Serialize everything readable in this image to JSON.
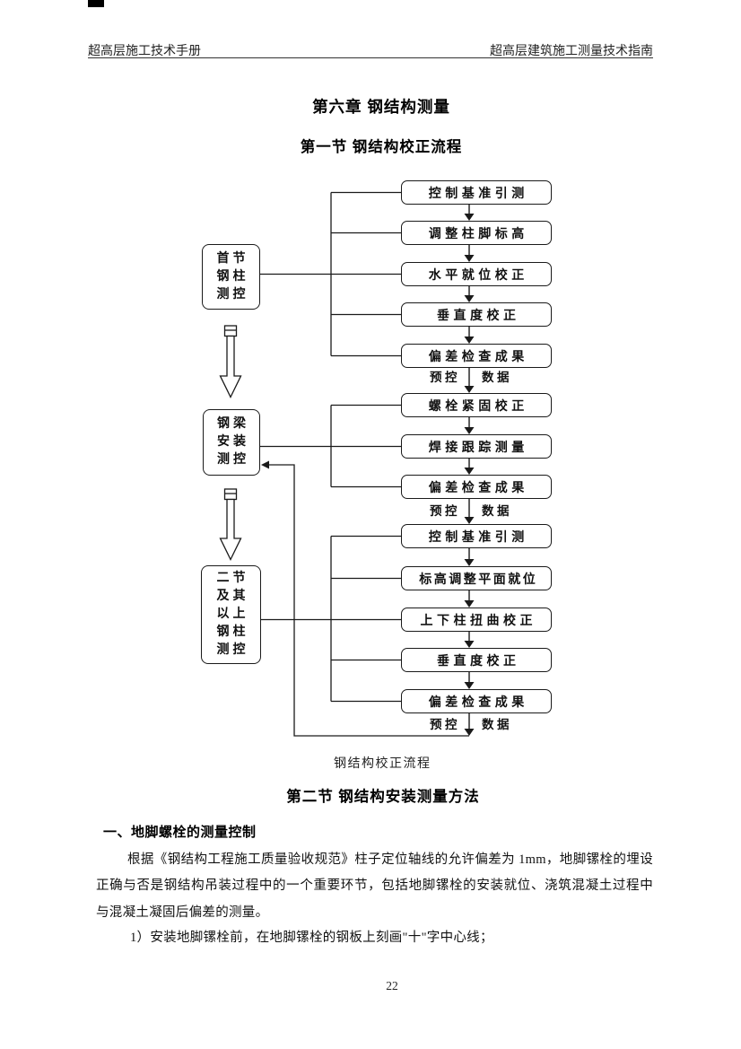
{
  "header": {
    "left": "超高层施工技术手册",
    "right": "超高层建筑施工测量技术指南"
  },
  "titles": {
    "chapter": "第六章 钢结构测量",
    "section1": "第一节 钢结构校正流程",
    "section2": "第二节 钢结构安装测量方法"
  },
  "flowchart": {
    "groups": [
      {
        "label": "首节\n钢柱\n测控",
        "steps": [
          "控制基准引测",
          "调整柱脚标高",
          "水平就位校正",
          "垂直度校正",
          "偏差检查成果"
        ]
      },
      {
        "label": "钢梁\n安装\n测控",
        "steps": [
          "螺栓紧固校正",
          "焊接跟踪测量",
          "偏差检查成果"
        ]
      },
      {
        "label": "二节\n及其\n以上\n钢柱\n测控",
        "steps": [
          "控制基准引测",
          "标高调整平面就位",
          "上下柱扭曲校正",
          "垂直度校正",
          "偏差检查成果"
        ]
      }
    ],
    "arrow_labels": [
      {
        "left": "预控",
        "right": "数据"
      },
      {
        "left": "预控",
        "right": "数据"
      },
      {
        "left": "预控",
        "right": "数据"
      }
    ],
    "caption": "钢结构校正流程"
  },
  "body": {
    "subheading": "一、地脚螺栓的测量控制",
    "paragraph": "根据《钢结构工程施工质量验收规范》柱子定位轴线的允许偏差为 1mm，地脚镙栓的埋设正确与否是钢结构吊装过程中的一个重要环节，包括地脚镙栓的安装就位、浇筑混凝土过程中与混凝土凝固后偏差的测量。",
    "item1": "1）安装地脚镙栓前，在地脚镙栓的钢板上刻画\"十\"字中心线；"
  },
  "footer": {
    "page_number": "22"
  }
}
